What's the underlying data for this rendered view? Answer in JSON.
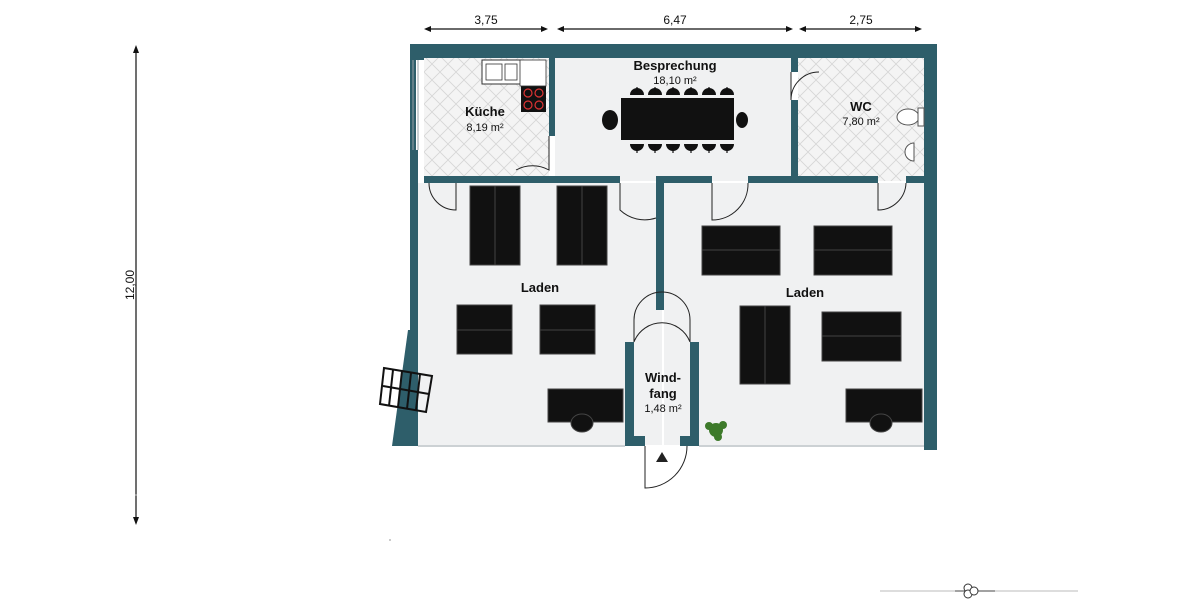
{
  "colors": {
    "wall": "#2e5e6a",
    "floor": "#f0f1f2",
    "tile_floor": "#f3f3f3",
    "furniture": "#111111",
    "dimension": "#111111"
  },
  "dimensions": {
    "width_left": "3,75",
    "width_middle": "6,47",
    "width_right": "2,75",
    "height": "12,00"
  },
  "rooms": {
    "kueche": {
      "name": "Küche",
      "area": "8,19 m²"
    },
    "besprechung": {
      "name": "Besprechung",
      "area": "18,10 m²"
    },
    "wc": {
      "name": "WC",
      "area": "7,80 m²"
    },
    "laden_left": {
      "name": "Laden"
    },
    "laden_right": {
      "name": "Laden"
    },
    "windfang": {
      "name_line1": "Wind-",
      "name_line2": "fang",
      "area": "1,48 m²"
    }
  },
  "icons": {
    "plant": "plant-icon",
    "stairs": "stairs-icon",
    "logo": "floorplanner-logo-icon"
  }
}
